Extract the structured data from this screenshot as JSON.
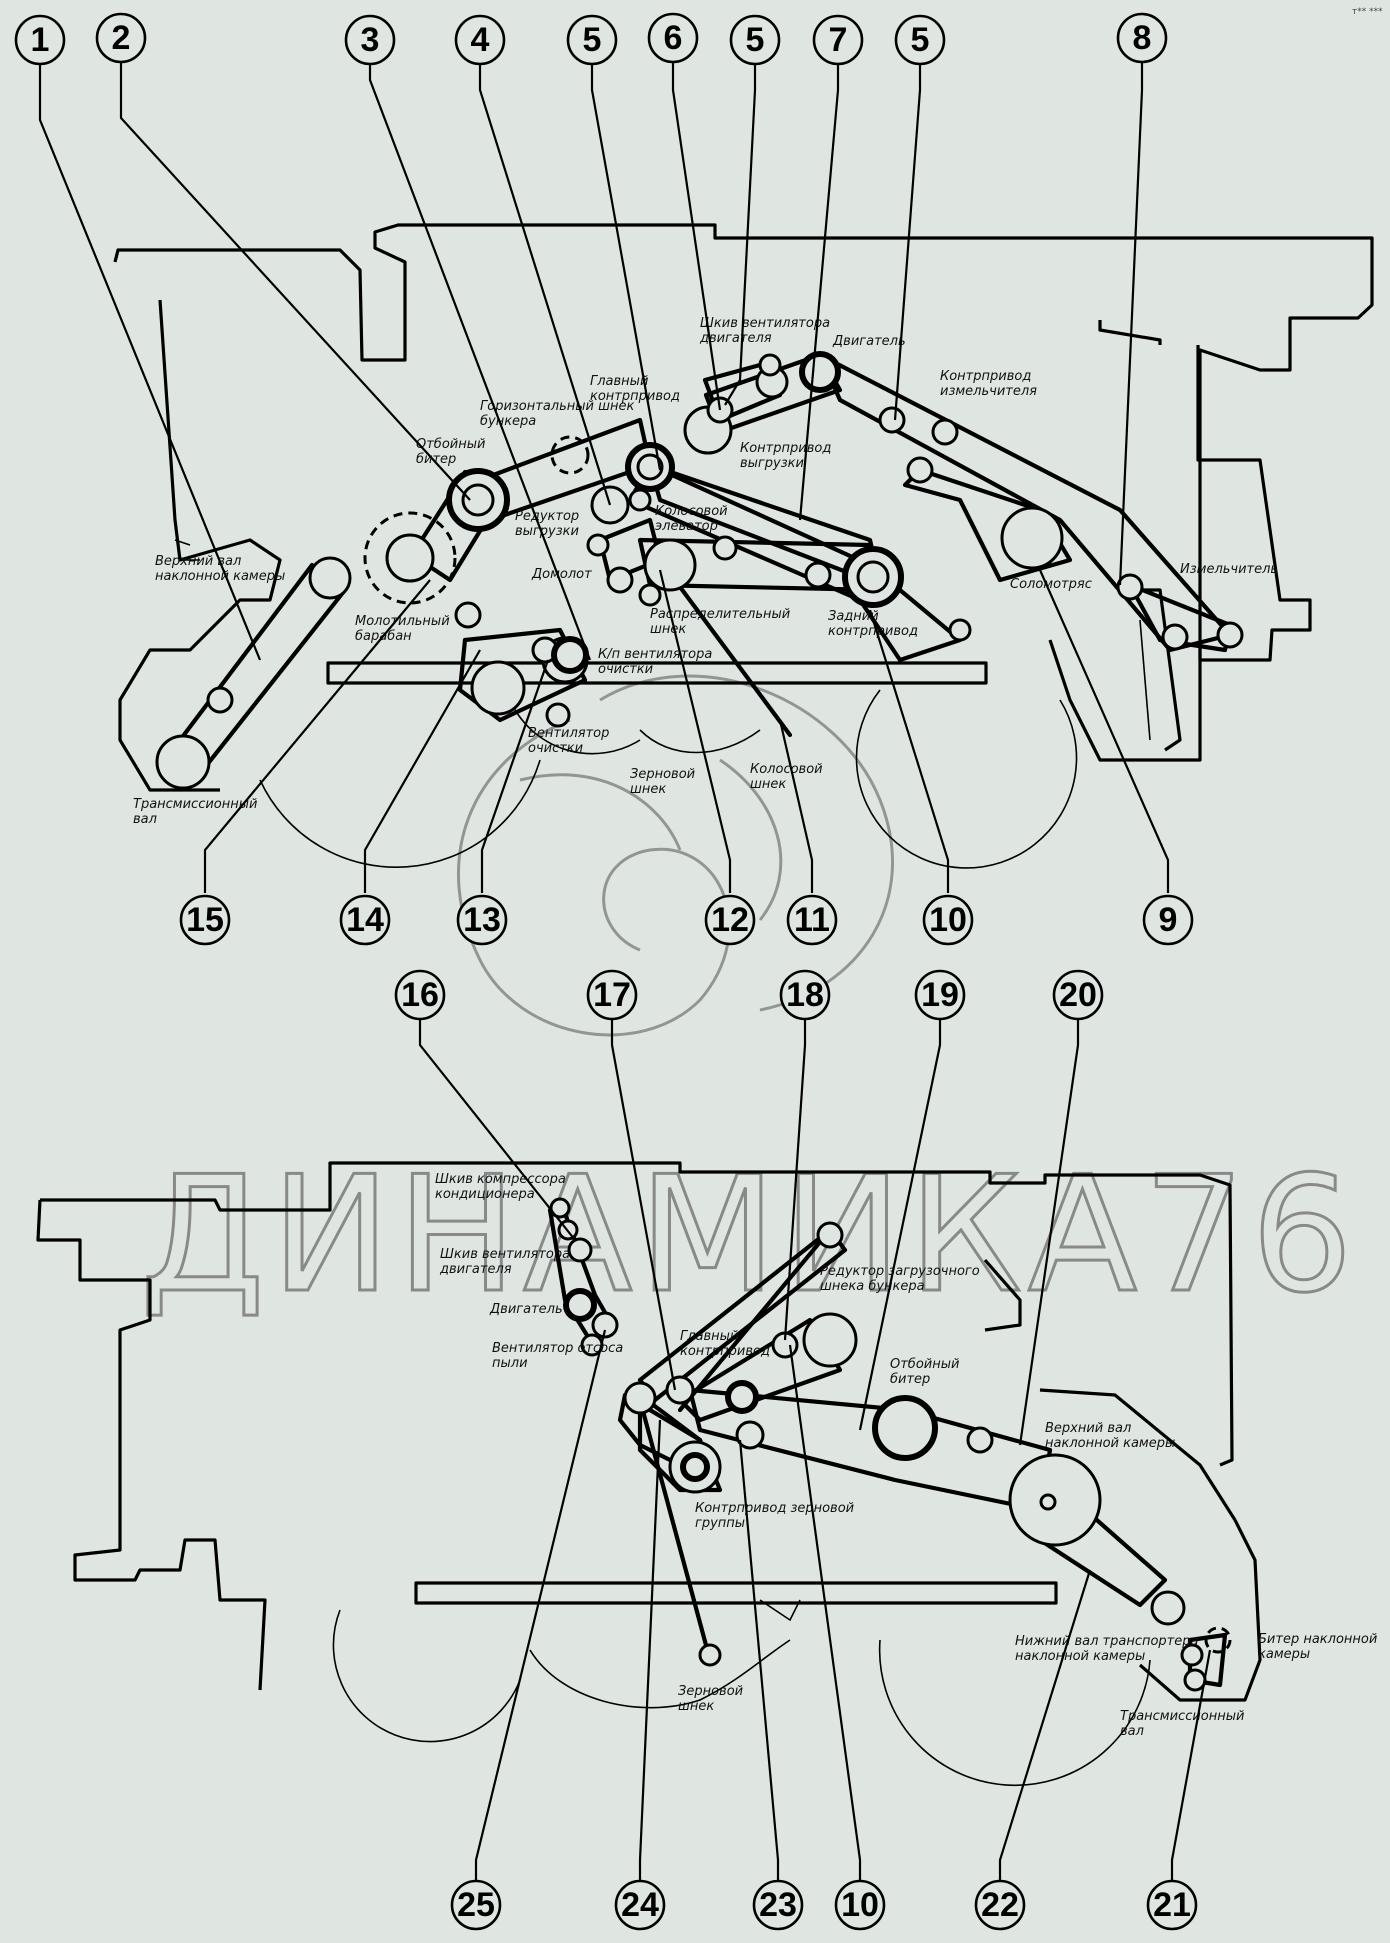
{
  "corner_mark": "т** ***",
  "watermark": "ДИНАМИКА76",
  "top_diagram": {
    "callouts_top": [
      "1",
      "2",
      "3",
      "4",
      "5",
      "6",
      "5",
      "7",
      "5",
      "8"
    ],
    "callouts_bottom": [
      "15",
      "14",
      "13",
      "12",
      "11",
      "10",
      "9"
    ],
    "labels": {
      "engine_fan_pulley": "Шкив вентилятора двигателя",
      "engine": "Двигатель",
      "main_countershaft": "Главный контрпривод",
      "chopper_countershaft": "Контрпривод измельчителя",
      "horizontal_auger": "Горизонтальный шнек бункера",
      "unload_countershaft": "Контрпривод выгрузки",
      "beater": "Отбойный битер",
      "unload_reducer": "Редуктор выгрузки",
      "tailings_elevator": "Колосовой элеватор",
      "upper_shaft": "Верхний вал наклонной камеры",
      "rethresher": "Домолот",
      "distribution_auger": "Распределительный шнек",
      "rear_countershaft": "Задний контрпривод",
      "straw_walker": "Соломотряс",
      "chopper": "Измельчитель",
      "threshing_drum": "Молотильный барабан",
      "fan_gearbox": "К/п вентилятора очистки",
      "cleaning_fan": "Вентилятор очистки",
      "grain_auger": "Зерновой шнек",
      "tailings_auger": "Колосовой шнек",
      "transmission_shaft": "Трансмиссионный вал"
    }
  },
  "bottom_diagram": {
    "callouts_top": [
      "16",
      "17",
      "18",
      "19",
      "20"
    ],
    "callouts_bottom": [
      "25",
      "24",
      "23",
      "10",
      "22",
      "21"
    ],
    "labels": {
      "compressor_pulley": "Шкив компрессора кондиционера",
      "engine_fan_pulley": "Шкив вентилятора двигателя",
      "engine": "Двигатель",
      "dust_fan": "Вентилятор отсоса пыли",
      "loading_auger_reducer": "Редуктор загрузочного шнека бункера",
      "main_countershaft": "Главный контрпривод",
      "beater": "Отбойный битер",
      "upper_shaft": "Верхний вал наклонной камеры",
      "grain_group_countershaft": "Контрпривод зерновой группы",
      "lower_conveyor_shaft": "Нижний вал транспортера наклонной камеры",
      "feeder_beater": "Битер наклонной камеры",
      "transmission_shaft": "Трансмиссионный вал",
      "grain_auger": "Зерновой шнек"
    }
  }
}
